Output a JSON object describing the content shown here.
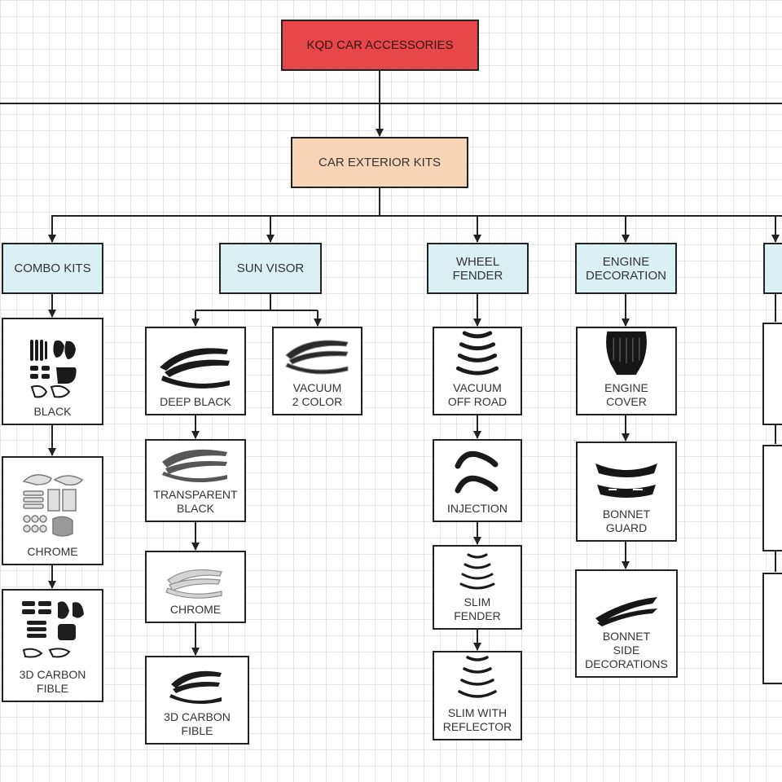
{
  "root": {
    "label": "KQD CAR ACCESSORIES"
  },
  "category": {
    "label": "CAR EXTERIOR KITS"
  },
  "subcategories": [
    {
      "id": "combo",
      "label": "COMBO KITS"
    },
    {
      "id": "visor",
      "label": "SUN VISOR"
    },
    {
      "id": "fender",
      "label": "WHEEL\nFENDER"
    },
    {
      "id": "engine",
      "label": "ENGINE\nDECORATION"
    }
  ],
  "products": {
    "combo_black": "BLACK",
    "combo_chrome": "CHROME",
    "combo_carbon": "3D CARBON\nFIBLE",
    "visor_deep_black": "DEEP BLACK",
    "visor_vacuum": "VACUUM\n2 COLOR",
    "visor_transparent": "TRANSPARENT\nBLACK",
    "visor_chrome": "CHROME",
    "visor_carbon": "3D CARBON\nFIBLE",
    "fender_vacuum": "VACUUM\nOFF ROAD",
    "fender_injection": "INJECTION",
    "fender_slim": "SLIM\nFENDER",
    "fender_reflector": "SLIM WITH\nREFLECTOR",
    "engine_cover": "ENGINE\nCOVER",
    "engine_bonnet_guard": "BONNET\nGUARD",
    "engine_bonnet_side": "BONNET\nSIDE\nDECORATIONS"
  },
  "colors": {
    "root_fill": "#e5474b",
    "category_fill": "#f9d5b8",
    "subcategory_fill": "#d9f1f3",
    "line": "#222222",
    "grid": "#e6e6e6"
  }
}
